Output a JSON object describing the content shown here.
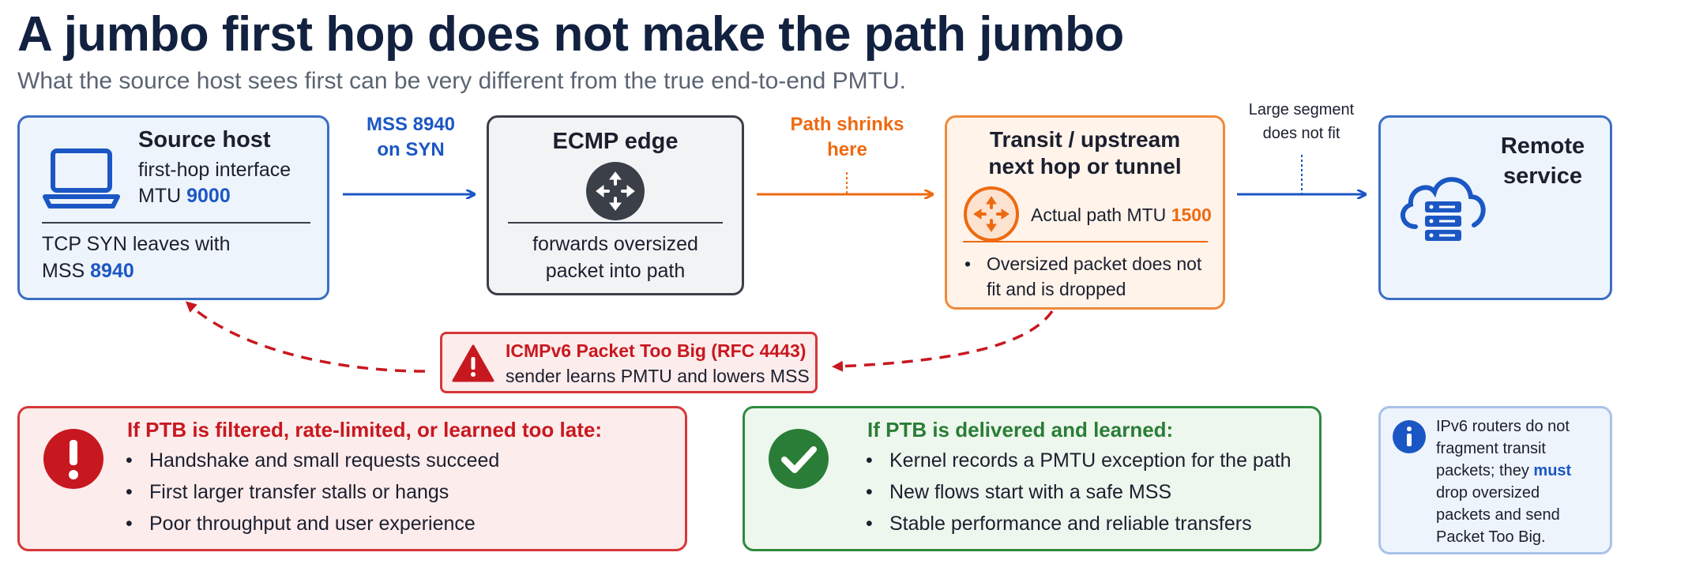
{
  "title": "A jumbo first hop does not make the path jumbo",
  "subtitle": "What the source host sees first can be very different from the true end-to-end PMTU.",
  "source_host": {
    "heading": "Source host",
    "line1": "first-hop interface",
    "mtu_label": "MTU",
    "mtu_value": "9000",
    "syn_line": "TCP SYN leaves with",
    "mss_label": "MSS",
    "mss_value": "8940"
  },
  "arrow1": {
    "line1": "MSS 8940",
    "line2": "on SYN"
  },
  "ecmp": {
    "heading": "ECMP edge",
    "line1": "forwards oversized",
    "line2": "packet into path"
  },
  "arrow2": {
    "line1": "Path shrinks",
    "line2": "here"
  },
  "transit": {
    "heading_line1": "Transit / upstream",
    "heading_line2": "next hop or tunnel",
    "pmtu_label": "Actual path MTU",
    "pmtu_value": "1500",
    "bullet_line1": "Oversized packet does not",
    "bullet_line2": "fit and is dropped"
  },
  "arrow3": {
    "line1": "Large segment",
    "line2": "does not fit"
  },
  "remote": {
    "line1": "Remote",
    "line2": "service"
  },
  "icmp": {
    "heading": "ICMPv6 Packet Too Big (RFC 4443)",
    "line2": "sender learns PMTU and lowers MSS"
  },
  "failure": {
    "heading": "If PTB is filtered, rate-limited, or learned too late:",
    "items": [
      "Handshake and small requests succeed",
      "First larger transfer stalls or hangs",
      "Poor throughput and user experience"
    ]
  },
  "success": {
    "heading": "If PTB is delivered and learned:",
    "items": [
      "Kernel records a PMTU exception for the path",
      "New flows start with a safe MSS",
      "Stable performance and reliable transfers"
    ]
  },
  "info": {
    "line1": "IPv6 routers do not",
    "line2": "fragment transit",
    "line3a": "packets; they",
    "line3b": "must",
    "line4": "drop oversized",
    "line5": "packets and send",
    "line6": "Packet Too Big."
  },
  "colors": {
    "blue": "#1b57c4",
    "orange": "#ee6a10",
    "red": "#c8181f",
    "green": "#2a7d36",
    "dark": "#12213f"
  },
  "icons": [
    "laptop-icon",
    "router-icon",
    "orange-router-icon",
    "cloud-server-icon",
    "warning-icon",
    "exclamation-icon",
    "checkmark-icon",
    "info-icon"
  ]
}
